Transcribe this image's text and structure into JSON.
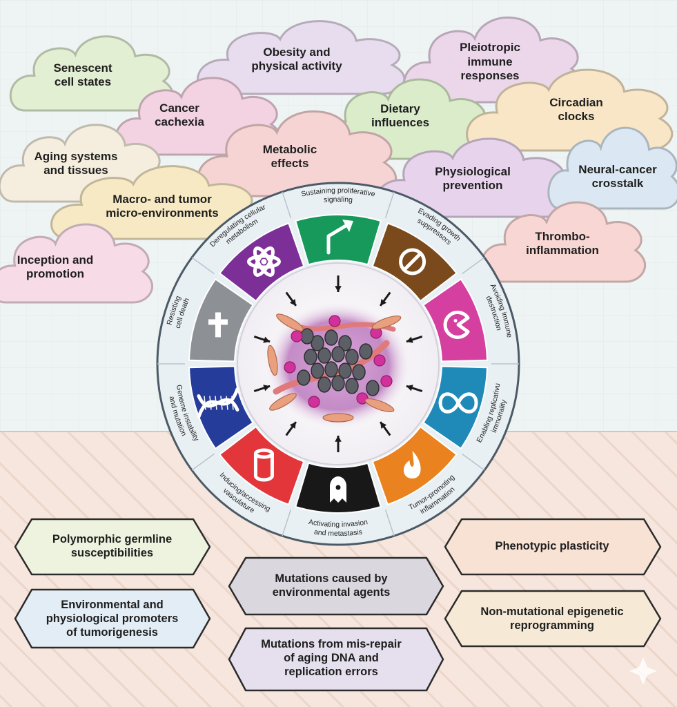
{
  "clouds": [
    {
      "label": "Senescent\ncell states",
      "color": "#e3efd2"
    },
    {
      "label": "Obesity and\nphysical activity",
      "color": "#e8dcef"
    },
    {
      "label": "Pleiotropic\nimmune\nresponses",
      "color": "#ecd6ea"
    },
    {
      "label": "Cancer\ncachexia",
      "color": "#f3d2e2"
    },
    {
      "label": "Dietary\ninfluences",
      "color": "#dbeccb"
    },
    {
      "label": "Circadian\nclocks",
      "color": "#f8e6c6"
    },
    {
      "label": "Aging systems\nand tissues",
      "color": "#f5eedf"
    },
    {
      "label": "Metabolic\neffects",
      "color": "#f7d4d4"
    },
    {
      "label": "Physiological\nprevention",
      "color": "#e8d3ec"
    },
    {
      "label": "Neural-cancer\ncrosstalk",
      "color": "#dbe8f3"
    },
    {
      "label": "Macro- and tumor\nmicro-environments",
      "color": "#f7e9c4"
    },
    {
      "label": "Thrombo-\ninflammation",
      "color": "#f8d6d3"
    },
    {
      "label": "Inception and\npromotion",
      "color": "#f7dbe7"
    }
  ],
  "hallmarks": [
    {
      "label": "Sustaining proliferative\nsignaling",
      "color": "#16995a",
      "icon": "arrow-icon"
    },
    {
      "label": "Evading growth\nsuppressors",
      "color": "#7b4a1c",
      "icon": "no-entry-icon"
    },
    {
      "label": "Avoiding immune\ndestruction",
      "color": "#d53fa0",
      "icon": "pac-cell-icon"
    },
    {
      "label": "Enabling replicativu\nimmoriality",
      "color": "#1f8ab8",
      "icon": "infinity-icon"
    },
    {
      "label": "Tumor-promoting\ninflammation",
      "color": "#e9821f",
      "icon": "flame-icon"
    },
    {
      "label": "Activating invasion\nand metastasis",
      "color": "#181818",
      "icon": "ghost-icon"
    },
    {
      "label": "Inducing/accessing\nvasculature",
      "color": "#e2363a",
      "icon": "vessel-icon"
    },
    {
      "label": "Geneme instability\nand mutation",
      "color": "#263c9b",
      "icon": "dna-icon"
    },
    {
      "label": "Resisting\ncell death",
      "color": "#8d9094",
      "icon": "cross-icon"
    },
    {
      "label": "Deregulating cellular\nmetabolism",
      "color": "#7c2f97",
      "icon": "atom-icon"
    }
  ],
  "hexagons": [
    {
      "label": "Polymorphic germline\nsusceptibilities",
      "color": "#eef3df"
    },
    {
      "label": "Phenotypic plasticity",
      "color": "#f8e2d4"
    },
    {
      "label": "Mutations caused by\nenvironmental agents",
      "color": "#dad7df"
    },
    {
      "label": "Environmental and\nphysiological promoters\nof tumorigenesis",
      "color": "#e3edf5"
    },
    {
      "label": "Non-mutational epigenetic\nreprogramming",
      "color": "#f6e9d6"
    },
    {
      "label": "Mutations from mis-repair\nof aging DNA and\nreplication errors",
      "color": "#e6e0ee"
    }
  ],
  "colors": {
    "ring": "#e9f0f4",
    "ring_stroke": "#4b5a66",
    "floor": "#f4e2d8"
  }
}
